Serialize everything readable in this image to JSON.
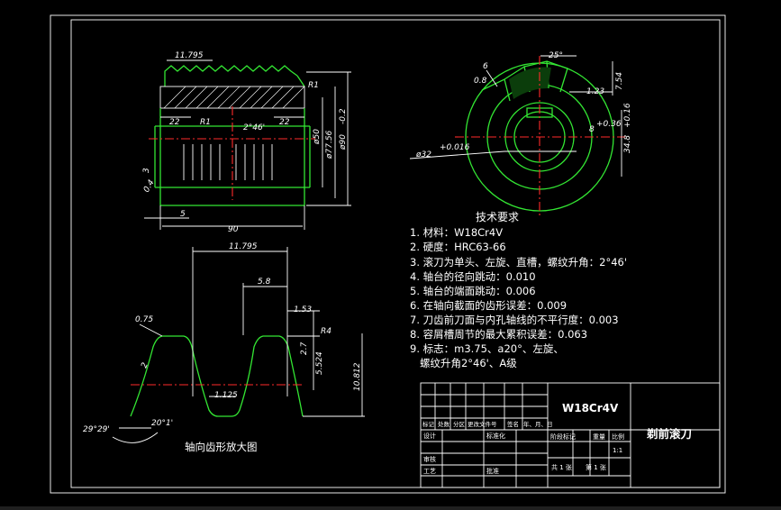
{
  "colors": {
    "background": "#000000",
    "outline": "#ffffff",
    "profile": "#33e633",
    "centerline": "#ff2a2a"
  },
  "front_view": {
    "dims": {
      "pitch": "11.795",
      "land_left": "22",
      "radius_left": "R1",
      "lead_angle": "2°46'",
      "land_right": "22",
      "radius_top": "R1",
      "bore": "ø50",
      "root_dia": "ø77.56",
      "outer_dia": "ø90",
      "outer_dia_tol": "-0.2",
      "length": "90",
      "hub": "5",
      "side_mark": "3",
      "rough": "0.4"
    }
  },
  "end_view": {
    "dims": {
      "rake_small": "6",
      "rake_r": "0.8",
      "angle": "25°",
      "flute_depth": "7.54",
      "chip": "1.23",
      "keyway": "8",
      "keyway_tol": "+0.36",
      "key_height": "34.8",
      "key_height_tol": "+0.16",
      "bore_dia": "ø32",
      "bore_tol": "+0.016"
    }
  },
  "tooth_detail": {
    "title": "轴向齿形放大图",
    "dims": {
      "pitch": "11.795",
      "thickness": "5.8",
      "tip_r": "0.75",
      "tip_flat": "1.53",
      "addendum_mark": "R4",
      "addendum": "2.7",
      "tooth_height": "5.524",
      "total_height": "10.812",
      "flank_mark": "2",
      "root": "1.125",
      "angle_a": "29°29'",
      "angle_b": "20°1'"
    }
  },
  "requirements": {
    "title": "技术要求",
    "items": [
      "1. 材料：W18Cr4V",
      "2. 硬度：HRC63-66",
      "3. 滚刀为单头、左旋、直槽，螺纹升角：2°46'",
      "4. 轴台的径向跳动：0.010",
      "5. 轴台的端面跳动：0.006",
      "6. 在轴向截面的齿形误差：0.009",
      "7. 刀齿前刀面与内孔轴线的不平行度：0.003",
      "8. 容屑槽周节的最大累积误差：0.063",
      "9. 标志：m3.75、a20°、左旋、",
      "   螺纹升角2°46'、A级"
    ]
  },
  "title_block": {
    "material": "W18Cr4V",
    "drawing_name": "剃前滚刀",
    "row_labels": [
      "标记",
      "处数",
      "分区",
      "更改文件号",
      "签名",
      "年、月、日"
    ],
    "design": "设计",
    "standardize": "标准化",
    "review": "审核",
    "process": "工艺",
    "approve": "批准",
    "stage_mark": "阶段标记",
    "weight": "重量",
    "scale_label": "比例",
    "scale": "1:1",
    "sheet_total": "共 1 张",
    "sheet_no": "第 1 张"
  }
}
